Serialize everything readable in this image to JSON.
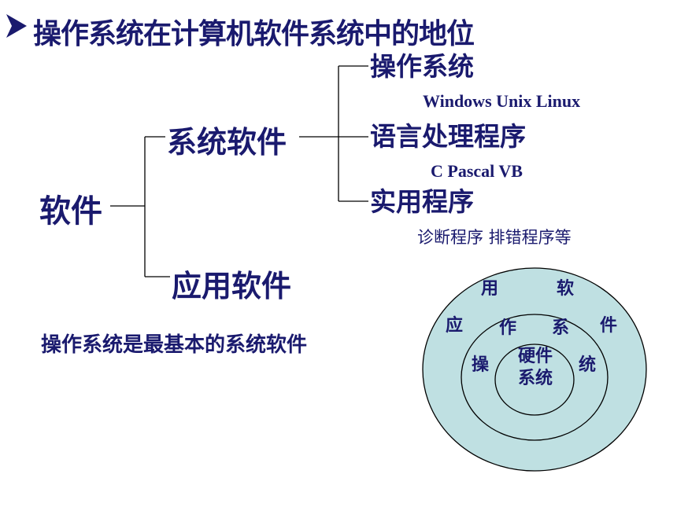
{
  "title": "操作系统在计算机软件系统中的地位",
  "tree": {
    "root": "软件",
    "system_software": "系统软件",
    "application_software": "应用软件",
    "children": [
      {
        "label": "操作系统",
        "examples": "Windows Unix  Linux"
      },
      {
        "label": "语言处理程序",
        "examples": "C  Pascal  VB"
      },
      {
        "label": "实用程序",
        "examples": "诊断程序  排错程序等"
      }
    ]
  },
  "summary": "操作系统是最基本的系统软件",
  "layers": {
    "outer": [
      "用",
      "软",
      "应",
      "件"
    ],
    "middle": [
      "作",
      "系",
      "操",
      "统"
    ],
    "core_line1": "硬件",
    "core_line2": "系统"
  },
  "colors": {
    "text": "#1a1a6e",
    "outer_ring_fill": "#bfe0e2",
    "ring_stroke": "#000000",
    "arrow": "#1a1a6e"
  }
}
